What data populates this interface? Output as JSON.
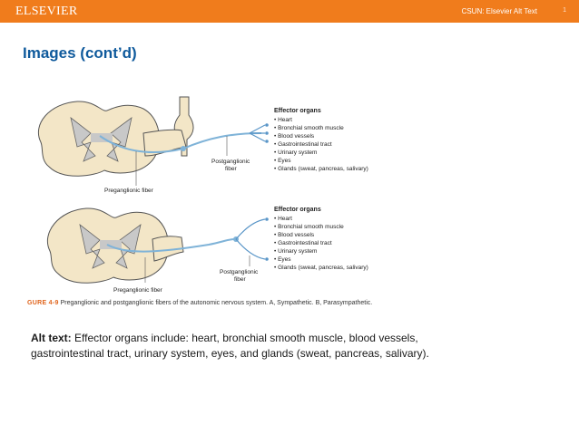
{
  "header": {
    "brand": "ELSEVIER",
    "course": "CSUN: Elsevier Alt Text",
    "page_number": "1"
  },
  "slide": {
    "title": "Images (cont’d)"
  },
  "figure": {
    "top_panel": {
      "effector_title": "Effector organs",
      "effectors": [
        "• Heart",
        "• Bronchial smooth muscle",
        "• Blood vessels",
        "• Gastrointestinal tract",
        "• Urinary system",
        "• Eyes",
        "• Glands (sweat, pancreas, salivary)"
      ],
      "postganglionic_1": "Postganglionic",
      "postganglionic_2": "fiber",
      "preganglionic": "Preganglionic fiber"
    },
    "bottom_panel": {
      "effector_title": "Effector organs",
      "effectors": [
        "• Heart",
        "• Bronchial smooth muscle",
        "• Blood vessels",
        "• Gastrointestinal tract",
        "• Urinary system",
        "• Eyes",
        "• Glands (sweat, pancreas, salivary)"
      ],
      "postganglionic_1": "Postganglionic",
      "postganglionic_2": "fiber",
      "preganglionic": "Preganglionic fiber"
    },
    "caption_label": "GURE 4-9",
    "caption_text": "Preganglionic and postganglionic fibers of the autonomic nervous system. A, Sympathetic. B, Parasympathetic."
  },
  "alt_text": {
    "label": "Alt text:",
    "body": "Effector organs include: heart, bronchial smooth muscle, blood vessels, gastrointestinal tract, urinary system, eyes, and glands (sweat, pancreas, salivary)."
  },
  "colors": {
    "header_bg": "#f07c1c",
    "title": "#0f5a9c",
    "nerve": "#7fb3d8",
    "cord": "#f3e6c7"
  }
}
